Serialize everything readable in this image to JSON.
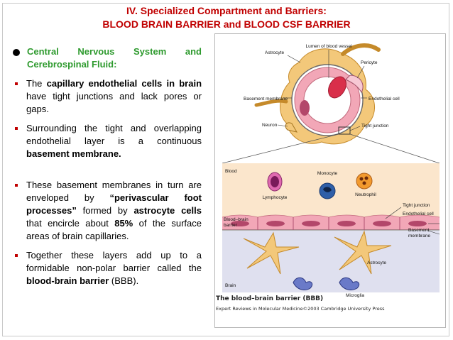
{
  "slide": {
    "title_line1": "IV. Specialized Compartment and Barriers:",
    "title_line2": "BLOOD BRAIN BARRIER and BLOOD CSF BARRIER",
    "heading_words": [
      "Central",
      "Nervous",
      "System",
      "and"
    ],
    "heading_line2": "Cerebrospinal Fluid:"
  },
  "bullets": {
    "b1": {
      "p1": "The ",
      "b1": "capillary endothelial cells in brain",
      "p2": " have tight junctions and lack pores or gaps."
    },
    "b2": {
      "p1": "Surrounding the tight and overlapping endothelial layer is a continuous ",
      "b1": "basement membrane."
    },
    "b3": {
      "p1": "These basement membranes in turn are enveloped by ",
      "b1": "“perivascular foot processes”",
      "p2": " formed by ",
      "b2": "astrocyte cells",
      "p3": " that encircle about ",
      "b3": "85%",
      "p4": " of the surface areas of brain capillaries."
    },
    "b4": {
      "p1": "Together these layers add up to a formidable non-polar barrier called the ",
      "b1": "blood-brain barrier",
      "p2": " (BBB)."
    }
  },
  "figure": {
    "labels": {
      "lumen": "Lumen of blood vessel",
      "astrocyte_top": "Astrocyte",
      "pericyte": "Pericyte",
      "basement": "Basement membrane",
      "endothelial": "Endothelial cell",
      "neuron": "Neuron",
      "tight_top": "Tight junction",
      "blood": "Blood",
      "monocyte": "Monocyte",
      "lymphocyte": "Lymphocyte",
      "neutrophil": "Neutrophil",
      "tight_right": "Tight junction",
      "endo_right": "Endothelial cell",
      "basement_right_1": "Basement",
      "basement_right_2": "membrane",
      "bbb_1": "Blood–brain",
      "bbb_2": "barrier",
      "astrocyte_bottom": "Astrocyte",
      "brain": "Brain",
      "microglia": "Microglia"
    },
    "caption_title": "The blood–brain barrier (BBB)",
    "caption_source": "Expert Reviews in Molecular Medicine©2003 Cambridge University Press",
    "colors": {
      "red": "#c00000",
      "green": "#2e9a2e",
      "blood_bg": "#fbe6cc",
      "brain_bg": "#dfe0ef",
      "endothelium": "#f2a7b7",
      "astrocyte": "#f3c87a"
    }
  }
}
